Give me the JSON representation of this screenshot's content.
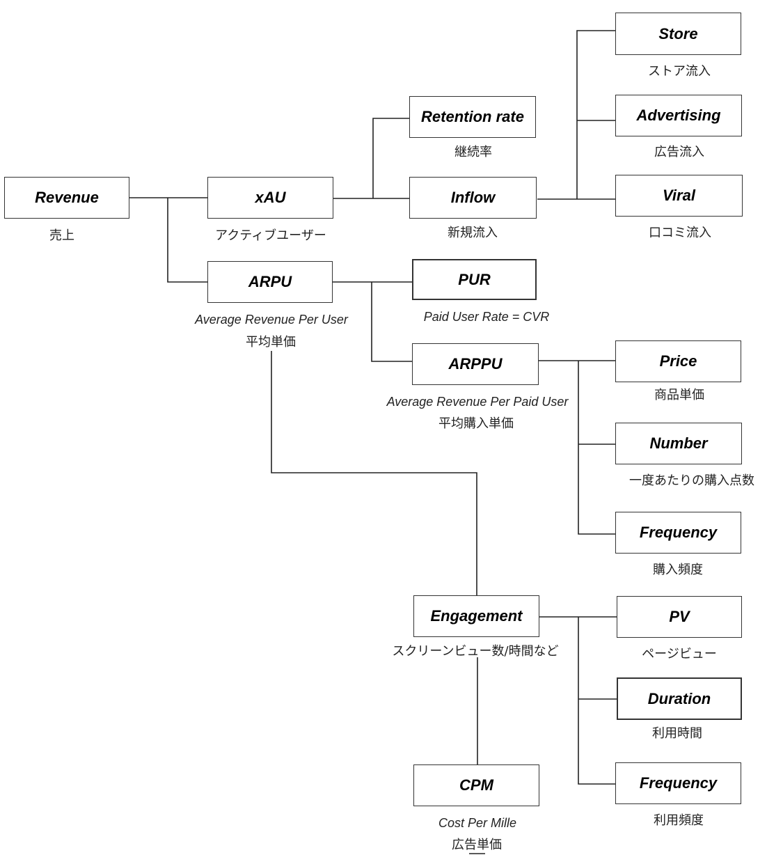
{
  "nodes": {
    "revenue": {
      "label": "Revenue",
      "caption": "売上"
    },
    "xau": {
      "label": "xAU",
      "caption": "アクティブユーザー"
    },
    "arpu": {
      "label": "ARPU",
      "caption_en": "Average Revenue Per User",
      "caption": "平均単価"
    },
    "retention": {
      "label": "Retention rate",
      "caption": "継続率"
    },
    "inflow": {
      "label": "Inflow",
      "caption": "新規流入"
    },
    "store": {
      "label": "Store",
      "caption": "ストア流入"
    },
    "advertising": {
      "label": "Advertising",
      "caption": "広告流入"
    },
    "viral": {
      "label": "Viral",
      "caption": "口コミ流入"
    },
    "pur": {
      "label": "PUR",
      "caption_en": "Paid User Rate = CVR"
    },
    "arppu": {
      "label": "ARPPU",
      "caption_en": "Average Revenue Per Paid User",
      "caption": "平均購入単価"
    },
    "price": {
      "label": "Price",
      "caption": "商品単価"
    },
    "number": {
      "label": "Number",
      "caption": "一度あたりの購入点数"
    },
    "frequency1": {
      "label": "Frequency",
      "caption": "購入頻度"
    },
    "engagement": {
      "label": "Engagement",
      "caption": "スクリーンビュー数/時間など"
    },
    "pv": {
      "label": "PV",
      "caption": "ページビュー"
    },
    "duration": {
      "label": "Duration",
      "caption": "利用時間"
    },
    "frequency2": {
      "label": "Frequency",
      "caption": "利用頻度"
    },
    "cpm": {
      "label": "CPM",
      "caption_en": "Cost Per Mille",
      "caption": "広告単価"
    }
  },
  "colors": {
    "line": "#222222",
    "box_border": "#333333",
    "text": "#000000"
  }
}
